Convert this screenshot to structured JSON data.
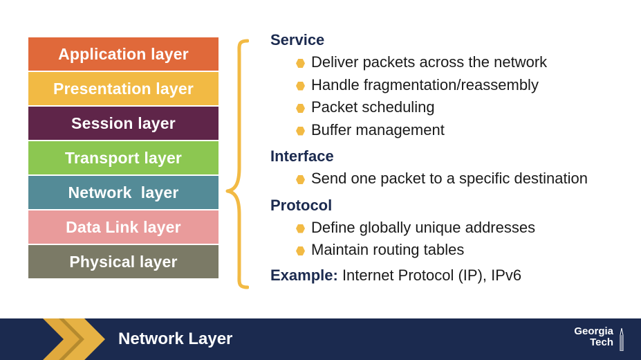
{
  "layers": [
    {
      "label": "Application layer",
      "color": "#e0693a"
    },
    {
      "label": "Presentation layer",
      "color": "#f2ba44"
    },
    {
      "label": "Session layer",
      "color": "#5f2549"
    },
    {
      "label": "Transport layer",
      "color": "#8cc751"
    },
    {
      "label": "Network  layer",
      "color": "#548b97"
    },
    {
      "label": "Data Link layer",
      "color": "#e99b9b"
    },
    {
      "label": "Physical layer",
      "color": "#7b7a66"
    }
  ],
  "accent_color": "#f2ba44",
  "navy_color": "#1b2a4f",
  "service": {
    "title": "Service",
    "bullets": [
      "Deliver packets across the network",
      "Handle fragmentation/reassembly",
      "Packet scheduling",
      "Buffer management"
    ]
  },
  "interface": {
    "title": "Interface",
    "bullets": [
      "Send one packet to a specific destination"
    ]
  },
  "protocol": {
    "title": "Protocol",
    "bullets": [
      "Define globally unique addresses",
      "Maintain routing tables"
    ]
  },
  "example": {
    "label": "Example:",
    "text": " Internet Protocol (IP), IPv6"
  },
  "footer": {
    "title": "Network Layer",
    "logo_line1": "Georgia",
    "logo_line2": "Tech"
  }
}
